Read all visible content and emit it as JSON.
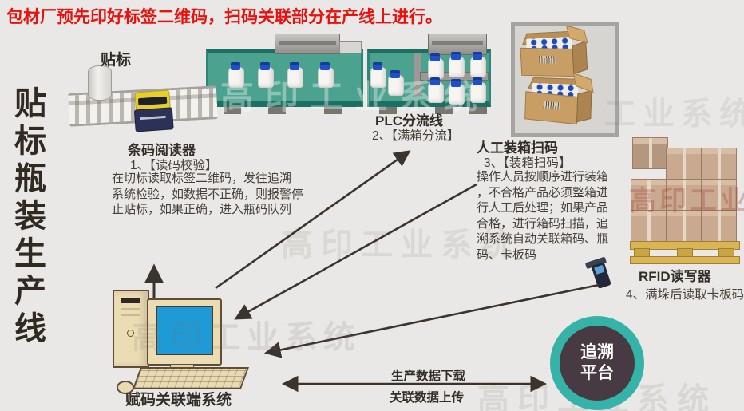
{
  "page": {
    "title": "包材厂预先印好标签二维码，扫码关联部分在产线上进行。",
    "side_title": "贴标瓶装生产线"
  },
  "colors": {
    "title_red": "#e8110d",
    "conveyor_teal": "#4aa28f",
    "conveyor_edge": "#1c6f63",
    "bottle_cap_blue": "#2050c8",
    "screen_blue": "#1e9bd7",
    "platform_ring_teal": "#35b3a8",
    "platform_fill_plum": "#473a43",
    "carton_tan": "#c89e64",
    "computer_beige": "#ecdcb4",
    "arrow_dark": "#3a332e"
  },
  "stations": {
    "labeling": {
      "label": "贴标"
    },
    "reader": {
      "name": "条码阅读器",
      "step": "1、【读码校验】",
      "desc": "在切标读取标签二维码，发往追溯\n系统检验，如数据不正确，则报警停\n止贴标，如果正确，进入瓶码队列"
    },
    "plc": {
      "name": "PLC分流线",
      "step": "2、【满箱分流】"
    },
    "packing": {
      "name": "人工装箱扫码",
      "step": "3、【装箱扫码】",
      "desc": "操作人员按顺序进行装箱\n，不合格产品必须整箱进\n行人工后处理；如果产品\n合格，进行箱码扫描，追\n溯系统自动关联箱码、瓶\n码、卡板码"
    },
    "rfid": {
      "name": "RFID读写器",
      "step": "4、满垛后读取卡板码"
    },
    "terminal": {
      "name": "赋码关联端系统"
    },
    "platform": {
      "line1": "追溯",
      "line2": "平台"
    }
  },
  "flow": {
    "download": "生产数据下载",
    "upload": "关联数据上传"
  },
  "watermark": {
    "full": "高印工业系统",
    "partial": "工业系统"
  }
}
